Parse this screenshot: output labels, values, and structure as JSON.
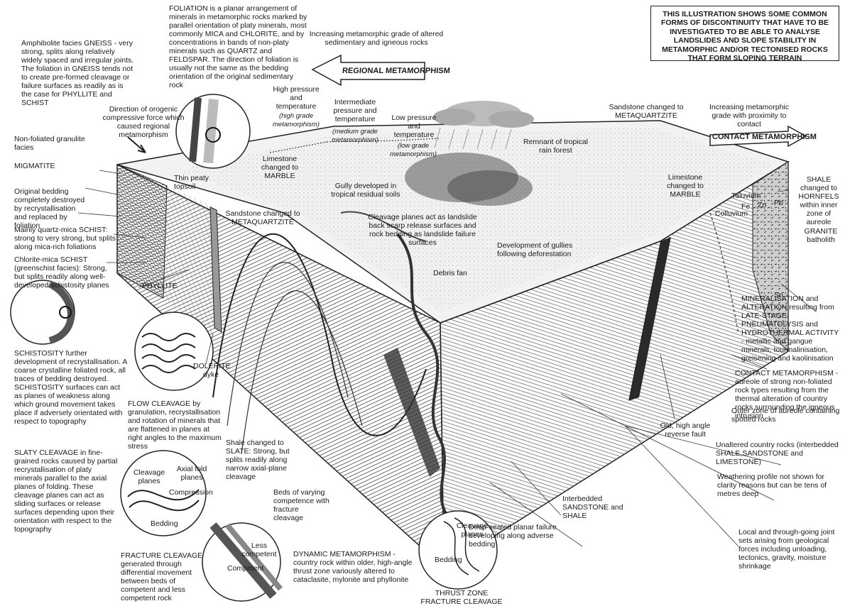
{
  "title_box": "THIS ILLUSTRATION SHOWS SOME COMMON FORMS OF DISCONTINUITY THAT HAVE TO BE INVESTIGATED TO BE ABLE TO ANALYSE LANDSLIDES AND SLOPE STABILITY IN METAMORPHIC AND/OR TECTONISED ROCKS THAT FORM SLOPING TERRAIN",
  "arrows": {
    "regional": "REGIONAL METAMORPHISM",
    "regional_note": "Increasing metamorphic grade of altered sedimentary and igneous rocks",
    "contact": "CONTACT METAMORPHISM",
    "contact_note": "Increasing metamorphic grade with proximity to contact"
  },
  "grades": {
    "high": "High pressure and temperature",
    "high_note": "(high grade metamorphism)",
    "medium": "Intermediate pressure and temperature",
    "medium_note": "(medium grade metamorphism)",
    "low": "Low pressure and temperature",
    "low_note": "(low grade metamorphism)"
  },
  "left_labels": {
    "gneiss": "Amphibolite facies GNEISS - very strong, splits along relatively widely spaced and irregular joints. The foliation in GNEISS tends not to create pre-formed cleavage or failure surfaces as readily as is the case for PHYLLITE and SCHIST",
    "orogenic": "Direction of orogenic compressive force which caused regional metamorphism",
    "granulite": "Non-foliated granulite facies",
    "migmatite": "MIGMATITE",
    "bedding_destroyed": "Original bedding completely destroyed by recrystallisation and replaced by foliation",
    "quartz_mica": "Mainly quartz-mica SCHIST: strong to very strong, but splits along mica-rich foliations",
    "chlorite": "Chlorite-mica SCHIST (greenschist facies): Strong, but splits readily along well-developed schistosity planes",
    "phyllite": "PHYLLITE",
    "schistosity": "SCHISTOSITY further development of recrystallisation. A coarse crystalline foliated rock, all traces of bedding destroyed. SCHISTOSITY surfaces can act as planes of weakness along which ground movement takes place if adversely orientated with respect to topography",
    "slaty": "SLATY CLEAVAGE in fine-grained rocks caused by partial recrystallisation of platy minerals parallel to the axial planes of folding. These cleavage planes can act as sliding surfaces or release surfaces depending upon their orientation with respect to the topography",
    "fracture": "FRACTURE CLEAVAGE generated through differential movement between beds of competent and less competent rock"
  },
  "top_labels": {
    "foliation": "FOLIATION is a planar arrangement of minerals in metamorphic rocks marked by parallel orientation of platy minerals, most commonly MICA and CHLORITE, and by concentrations in bands of non-platy minerals such as QUARTZ and FELDSPAR. The direction of foliation is usually not the same as the bedding orientation of the original sedimentary rock",
    "topsoil": "Thin peaty topsoil",
    "marble_left": "Limestone changed to MARBLE",
    "metaquartzite_left": "Sandstone changed to METAQUARTZITE",
    "gully": "Gully developed in tropical residual soils",
    "cleavage_act": "Cleavage planes act as landslide back scarp release surfaces and rock bedding as landslide failure surfaces",
    "rainforest": "Remnant of tropical rain forest",
    "gullies": "Development of gullies following deforestation",
    "debris": "Debris fan",
    "metaquartzite_right": "Sandstone changed to METAQUARTZITE",
    "marble_right": "Limestone changed to MARBLE",
    "colluvium": "Colluvium",
    "taluvium": "Taluvium"
  },
  "mid_labels": {
    "dolerite": "DOLERITE dyke",
    "flow": "FLOW CLEAVAGE by granulation, recrystallisation and rotation of minerals that are flattened in planes at right angles to the maximum stress",
    "slate": "Shale changed to SLATE: Strong, but splits readily along narrow axial-plane cleavage",
    "beds": "Beds of varying competence with fracture cleavage",
    "dynamic": "DYNAMIC METAMORPHISM - country rock within older, high-angle thrust zone variously altered to cataclasite, mylonite and phyllonite",
    "deep_seated": "Deep-seated planar failure developing along adverse bedding",
    "interbedded": "Interbedded SANDSTONE and SHALE",
    "thrust": "THRUST ZONE FRACTURE CLEAVAGE"
  },
  "insets": {
    "cleavage_planes": "Cleavage planes",
    "axial": "Axial fold planes",
    "compression": "Compression",
    "bedding": "Bedding",
    "less_competent": "Less competent",
    "competent": "Competent",
    "thrust_cleavage": "Cleavage planes",
    "thrust_bedding": "Bedding"
  },
  "right_labels": {
    "hornfels": "SHALE changed to HORNFELS within inner zone of aureole",
    "granite": "GRANITE batholith",
    "mineralisation": "MINERALISATION and ALTERATION resulting from LATE-STAGE PNEUMATOLYSIS and HYDROTHERMAL ACTIVITY - metallic and gangue minerals, tourmalinisation, greisening and kaolinisation",
    "contact": "CONTACT METAMORPHISM - aureole of strong non-foliated rock types resulting from the thermal alteration of country rocks surrounding the igneous intrusion",
    "outer_zone": "Outer zone of aureole containing spotted rocks",
    "old_fault": "Old, high angle reverse fault",
    "unaltered": "Unaltered country rocks (interbedded SHALE,SANDSTONE and LIMESTONE)",
    "weathering": "Weathering profile not shown for clarity reasons but can be tens of metres deep",
    "joints": "Local and through-going joint sets arising from geological forces including unloading, tectonics, gravity, moisture shrinkage"
  },
  "minerals": {
    "fe": "Fe",
    "zn": "Zn",
    "pb": "Pb",
    "sn": "Sn"
  }
}
